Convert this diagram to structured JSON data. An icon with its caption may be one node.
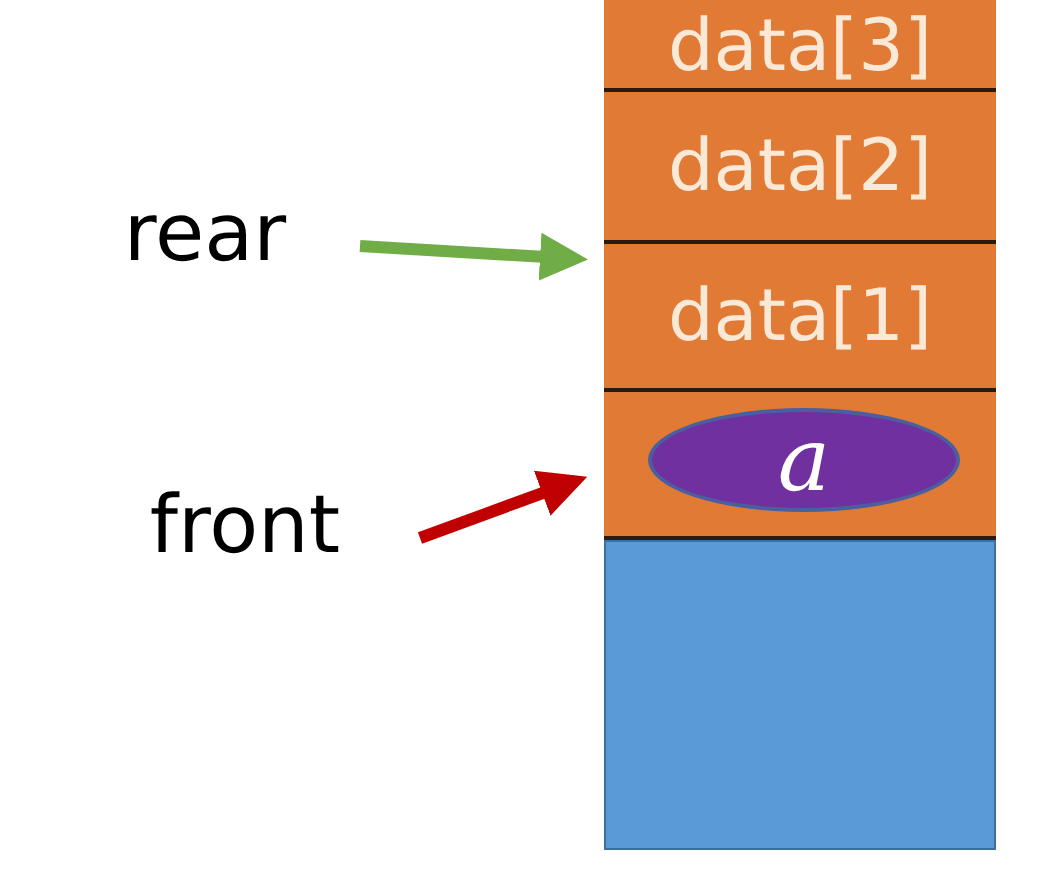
{
  "diagram": {
    "nodes": [
      {
        "text": [
          "rear"
        ]
      },
      {
        "text": [
          "front"
        ]
      },
      {
        "text": [
          "data[3]"
        ]
      },
      {
        "text": [
          "data[2]"
        ]
      },
      {
        "text": [
          "data[1]"
        ]
      },
      {
        "text": [],
        "shape": "box"
      },
      {
        "text": [
          "a"
        ],
        "in": 5
      },
      {
        "text": [],
        "shape": "box"
      }
    ],
    "edges": [
      {
        "from": 0,
        "to": 4,
        "arrow": "to",
        "color": "#70ad47"
      },
      {
        "from": 1,
        "to": 5,
        "arrow": "to",
        "color": "#c00000"
      }
    ]
  }
}
